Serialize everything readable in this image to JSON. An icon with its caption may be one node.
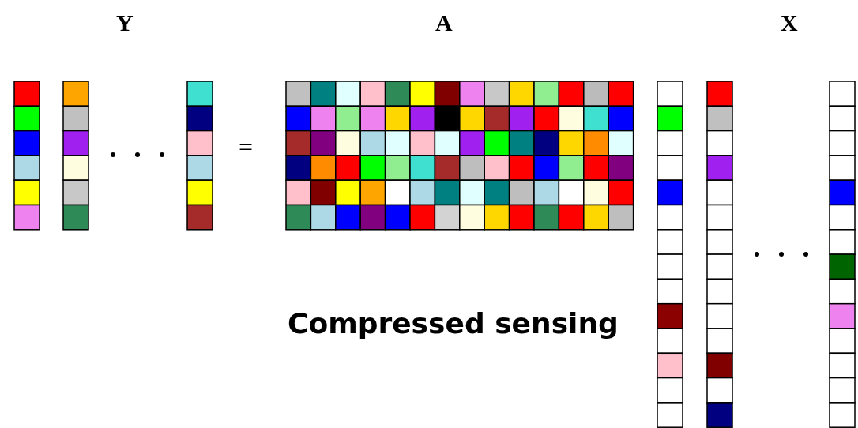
{
  "diagram": {
    "labels": [
      "Y",
      "A",
      "X",
      "=",
      "Compressed sensing"
    ]
  }
}
